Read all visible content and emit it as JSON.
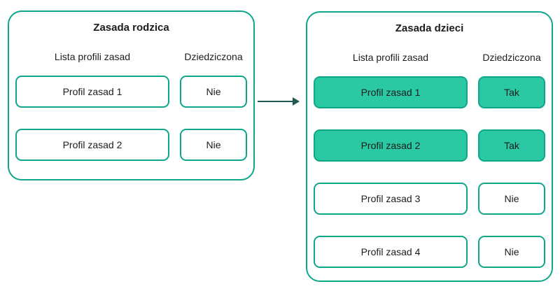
{
  "colors": {
    "border_teal": "#0ea78a",
    "highlight_fill_teal": "#2bc8a4",
    "arrow_dark_teal": "#1e5a50",
    "text_dark": "#1c1c1a",
    "background": "#ffffff"
  },
  "parent_panel": {
    "title": "Zasada rodzica",
    "columns": {
      "profiles": "Lista profili zasad",
      "inherited": "Dziedziczona"
    },
    "rows": [
      {
        "profile": "Profil zasad 1",
        "inherited": "Nie",
        "highlighted": false
      },
      {
        "profile": "Profil zasad 2",
        "inherited": "Nie",
        "highlighted": false
      }
    ]
  },
  "child_panel": {
    "title": "Zasada dzieci",
    "columns": {
      "profiles": "Lista profili zasad",
      "inherited": "Dziedziczona"
    },
    "rows": [
      {
        "profile": "Profil zasad 1",
        "inherited": "Tak",
        "highlighted": true
      },
      {
        "profile": "Profil zasad 2",
        "inherited": "Tak",
        "highlighted": true
      },
      {
        "profile": "Profil zasad 3",
        "inherited": "Nie",
        "highlighted": false
      },
      {
        "profile": "Profil zasad 4",
        "inherited": "Nie",
        "highlighted": false
      }
    ]
  },
  "arrow": {
    "meaning": "inheritance-from-parent-to-child"
  }
}
